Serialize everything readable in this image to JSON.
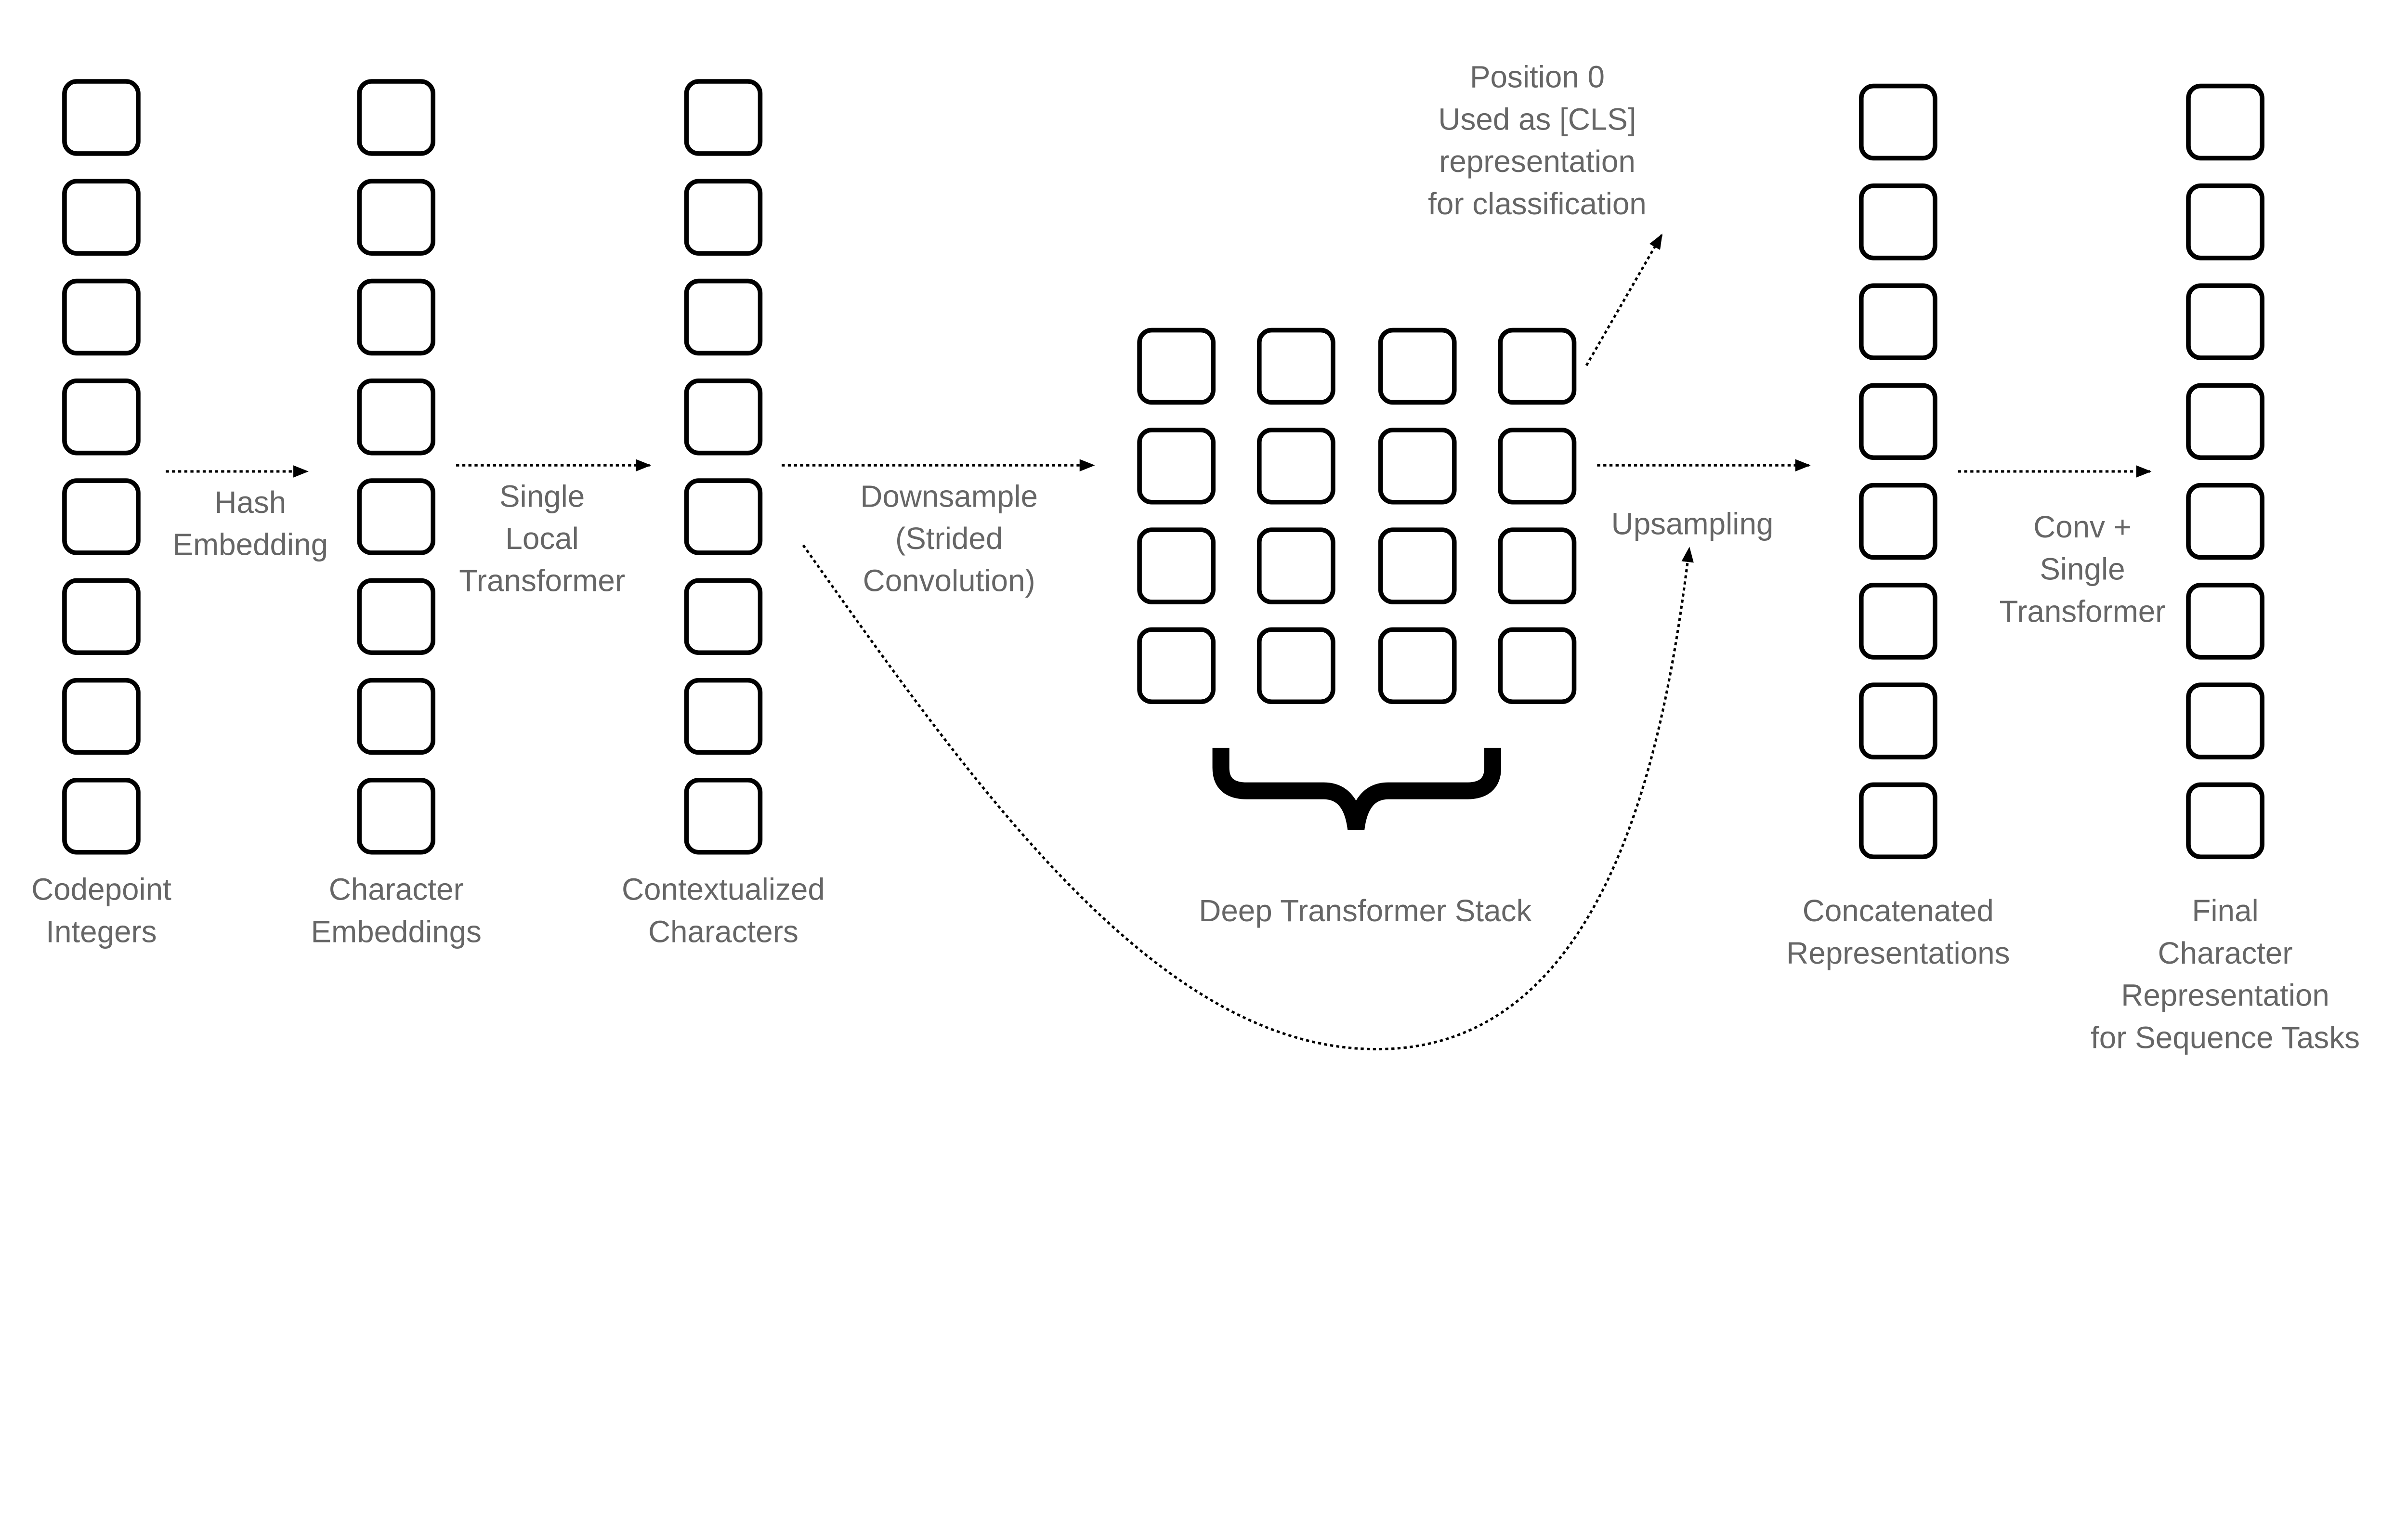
{
  "columns": [
    {
      "id": "codepoint-integers",
      "cells": 8,
      "label": [
        "Codepoint",
        "Integers"
      ]
    },
    {
      "id": "character-embeddings",
      "cells": 8,
      "label": [
        "Character",
        "Embeddings"
      ]
    },
    {
      "id": "contextualized-characters",
      "cells": 8,
      "label": [
        "Contextualized",
        "Characters"
      ]
    },
    {
      "id": "concatenated-representations",
      "cells": 8,
      "label": [
        "Concatenated",
        "Representations"
      ]
    },
    {
      "id": "final-character-representation",
      "cells": 8,
      "label": [
        "Final",
        "Character",
        "Representation",
        "for Sequence Tasks"
      ]
    }
  ],
  "deep_stack": {
    "rows": 4,
    "cols": 4,
    "label": [
      "Deep Transformer Stack"
    ]
  },
  "arrows": [
    {
      "id": "hash-embedding",
      "label": [
        "Hash",
        "Embedding"
      ]
    },
    {
      "id": "single-local-transformer",
      "label": [
        "Single",
        "Local",
        "Transformer"
      ]
    },
    {
      "id": "downsample",
      "label": [
        "Downsample",
        "(Strided",
        "Convolution)"
      ]
    },
    {
      "id": "upsampling",
      "label": [
        "Upsampling"
      ]
    },
    {
      "id": "conv-single-transformer",
      "label": [
        "Conv +",
        "Single",
        "Transformer"
      ]
    }
  ],
  "cls_note": {
    "label": [
      "Position 0",
      "Used as [CLS]",
      "representation",
      "for classification"
    ]
  },
  "colors": {
    "stroke": "#000000",
    "text": "#666666",
    "background": "#ffffff"
  }
}
